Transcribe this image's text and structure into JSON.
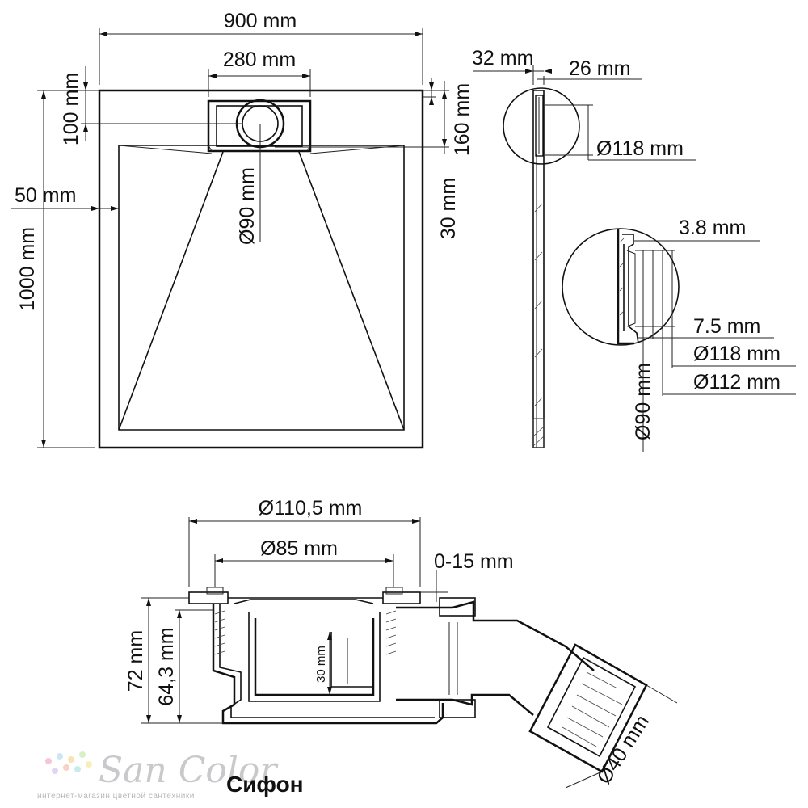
{
  "plan_view": {
    "width_label": "900 mm",
    "drain_width_label": "280 mm",
    "height_label": "1000 mm",
    "rim_label": "50 mm",
    "drain_depth_label": "100 mm",
    "drain_offset_label": "160 mm",
    "slope_label": "30 mm",
    "drain_diameter_label": "Ø90 mm"
  },
  "side_view": {
    "total_thickness_label": "32 mm",
    "tray_thickness_label": "26 mm",
    "outlet_diameter_label": "Ø118 mm"
  },
  "detail_view": {
    "flange_label": "3.8 mm",
    "step_label": "7.5 mm",
    "outer_diameter_label": "Ø118 mm",
    "inner_diameter_label": "Ø112 mm",
    "hole_diameter_label": "Ø90 mm"
  },
  "siphon_view": {
    "flange_diameter_label": "Ø110,5 mm",
    "body_diameter_label": "Ø85 mm",
    "adjust_label": "0-15 mm",
    "total_height_label": "72 mm",
    "body_height_label": "64,3 mm",
    "water_seal_label": "30 mm",
    "outlet_diameter_label": "Ø40 mm"
  },
  "branding": {
    "logo_text": "San Color",
    "logo_tagline": "интернет-магазин цветной сантехники",
    "caption": "Сифон"
  }
}
